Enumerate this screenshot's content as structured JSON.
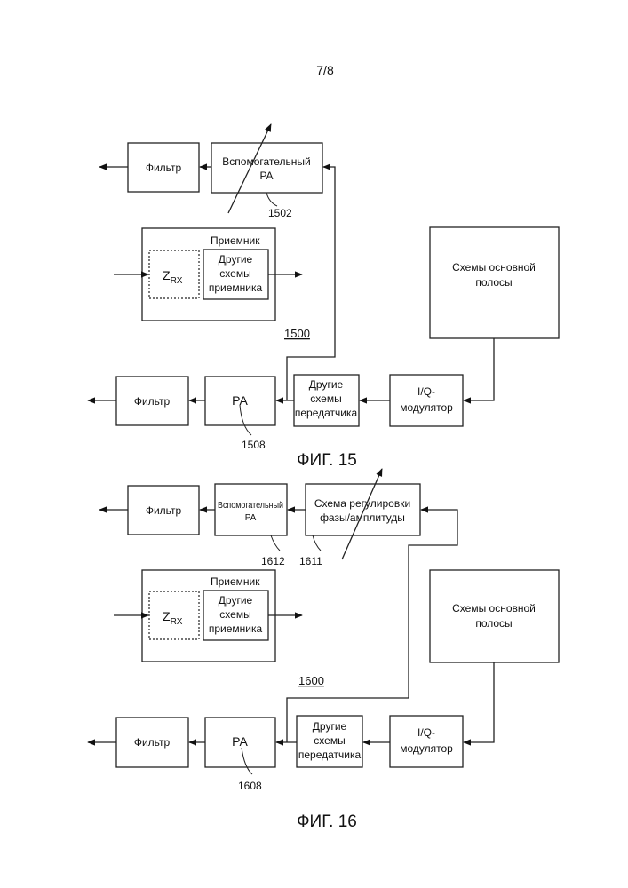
{
  "page_number": "7/8",
  "fig15": {
    "caption": "ФИГ. 15",
    "filter_top": "Фильтр",
    "aux_pa_line1": "Вспомогательный",
    "aux_pa_line2": "PA",
    "aux_pa_ref": "1502",
    "receiver_title": "Приемник",
    "zrx": "Z",
    "zrx_sub": "RX",
    "other_rx_line1": "Другие",
    "other_rx_line2": "схемы",
    "other_rx_line3": "приемника",
    "baseband_line1": "Схемы основной",
    "baseband_line2": "полосы",
    "system_ref": "1500",
    "filter_bottom": "Фильтр",
    "pa": "PA",
    "pa_ref": "1508",
    "other_tx_line1": "Другие",
    "other_tx_line2": "схемы",
    "other_tx_line3": "передатчика",
    "iq_line1": "I/Q-",
    "iq_line2": "модулятор"
  },
  "fig16": {
    "caption": "ФИГ. 16",
    "filter_top": "Фильтр",
    "aux_pa_line1": "Вспомогательный",
    "aux_pa_line2": "PA",
    "aux_pa_ref": "1612",
    "phase_line1": "Схема регулировки",
    "phase_line2": "фазы/амплитуды",
    "phase_ref": "1611",
    "receiver_title": "Приемник",
    "zrx": "Z",
    "zrx_sub": "RX",
    "other_rx_line1": "Другие",
    "other_rx_line2": "схемы",
    "other_rx_line3": "приемника",
    "baseband_line1": "Схемы основной",
    "baseband_line2": "полосы",
    "system_ref": "1600",
    "filter_bottom": "Фильтр",
    "pa": "PA",
    "pa_ref": "1608",
    "other_tx_line1": "Другие",
    "other_tx_line2": "схемы",
    "other_tx_line3": "передатчика",
    "iq_line1": "I/Q-",
    "iq_line2": "модулятор"
  }
}
